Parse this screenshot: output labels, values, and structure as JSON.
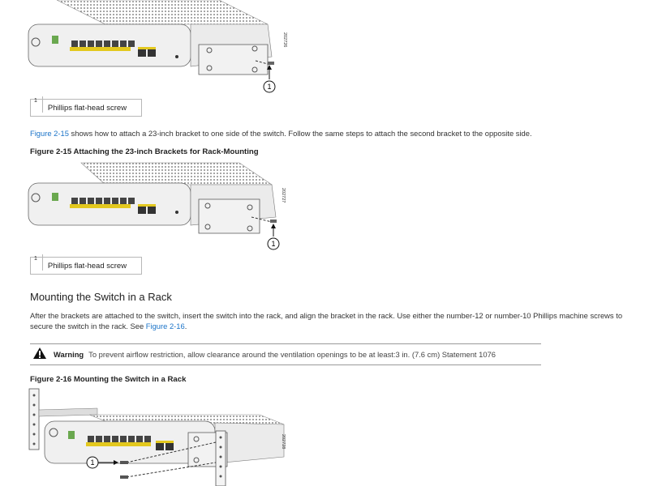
{
  "figure_top": {
    "image_id": "202726",
    "callout": "1",
    "legend": {
      "number": "1",
      "text": "Phillips flat-head screw"
    }
  },
  "paragraph_1": {
    "link": "Figure 2-15",
    "text": " shows how to attach a 23-inch bracket to one side of the switch. Follow the same steps to attach the second bracket to the opposite side."
  },
  "figure_2_15": {
    "title": "Figure 2-15 Attaching the 23-inch Brackets for Rack-Mounting",
    "image_id": "202727",
    "callout": "1",
    "legend": {
      "number": "1",
      "text": "Phillips flat-head screw"
    }
  },
  "section": {
    "heading": "Mounting the Switch in a Rack"
  },
  "paragraph_2": {
    "text": "After the brackets are attached to the switch, insert the switch into the rack, and align the bracket in the rack. Use either the number-12 or number-10 Phillips machine screws to secure the switch in the rack. See ",
    "link": "Figure 2-16",
    "end": "."
  },
  "warning": {
    "label": "Warning",
    "text": "To prevent airflow restriction, allow clearance around the ventilation openings to be at least:3 in. (7.6 cm) Statement 1076"
  },
  "figure_2_16": {
    "title": "Figure 2-16 Mounting the Switch in a Rack",
    "image_id": "202728",
    "callout": "1"
  }
}
